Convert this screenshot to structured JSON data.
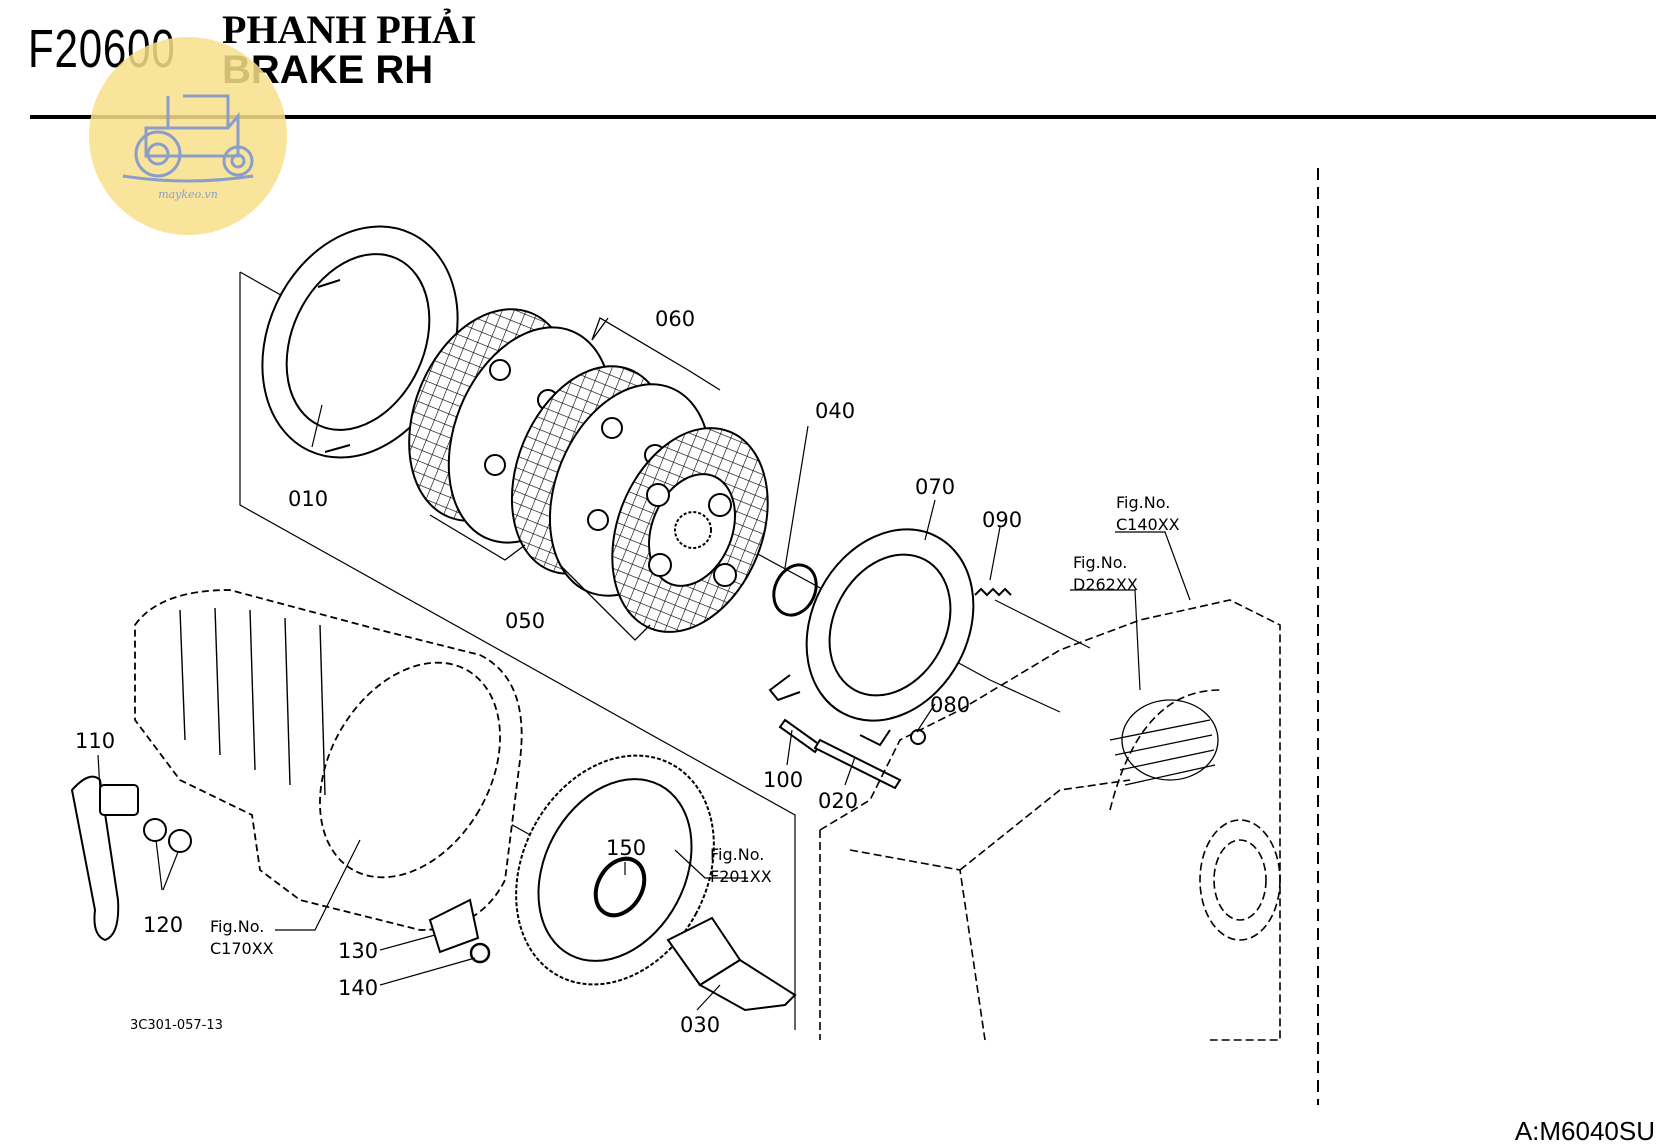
{
  "header": {
    "code": "F20600",
    "title_vi": "PHANH PHẢI",
    "title_en": "BRAKE RH"
  },
  "logo": {
    "icon": "tractor-icon",
    "text": "maykeo.vn",
    "color": "#f7e08a"
  },
  "parts": [
    {
      "ref": "010"
    },
    {
      "ref": "020"
    },
    {
      "ref": "030"
    },
    {
      "ref": "040"
    },
    {
      "ref": "050"
    },
    {
      "ref": "060"
    },
    {
      "ref": "070"
    },
    {
      "ref": "080"
    },
    {
      "ref": "090"
    },
    {
      "ref": "100"
    },
    {
      "ref": "110"
    },
    {
      "ref": "120"
    },
    {
      "ref": "130"
    },
    {
      "ref": "140"
    },
    {
      "ref": "150"
    }
  ],
  "figure_refs": [
    {
      "line1": "Fig.No.",
      "line2": "C140XX"
    },
    {
      "line1": "Fig.No.",
      "line2": "D262XX"
    },
    {
      "line1": "Fig.No.",
      "line2": "F201XX"
    },
    {
      "line1": "Fig.No.",
      "line2": "C170XX"
    }
  ],
  "drawing_id": "3C301-057-13",
  "model_code": "A:M6040SU"
}
